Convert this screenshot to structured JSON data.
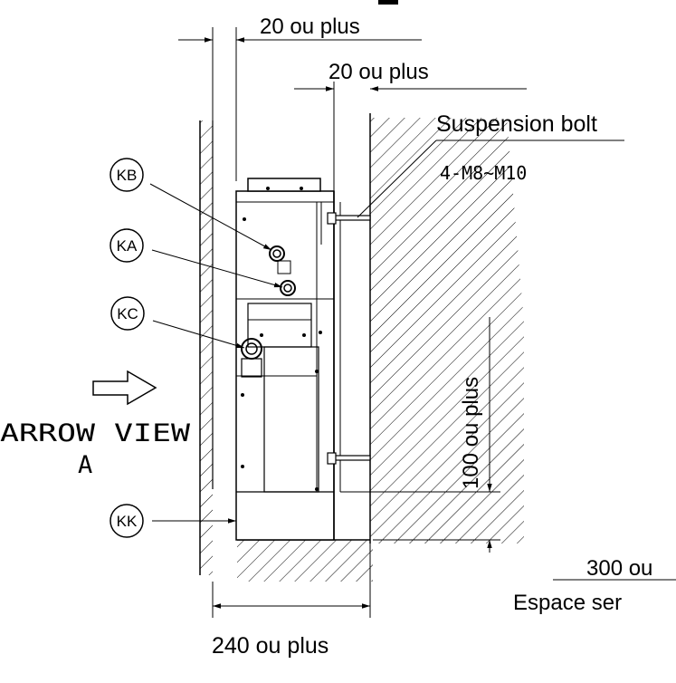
{
  "dimensions": {
    "top_clearance_left": "20 ou plus",
    "top_clearance_right": "20 ou plus",
    "bottom_clearance": "100 ou plus",
    "width_overall": "240 ou plus",
    "front_clearance": "300 ou",
    "service_space": "Espace ser"
  },
  "suspension": {
    "label": "Suspension bolt",
    "spec": "4-M8~M10"
  },
  "arrow_view": {
    "line1": "ARROW VIEW",
    "line2": "A"
  },
  "callouts": {
    "kb": "KB",
    "ka": "KA",
    "kc": "KC",
    "kk": "KK"
  }
}
